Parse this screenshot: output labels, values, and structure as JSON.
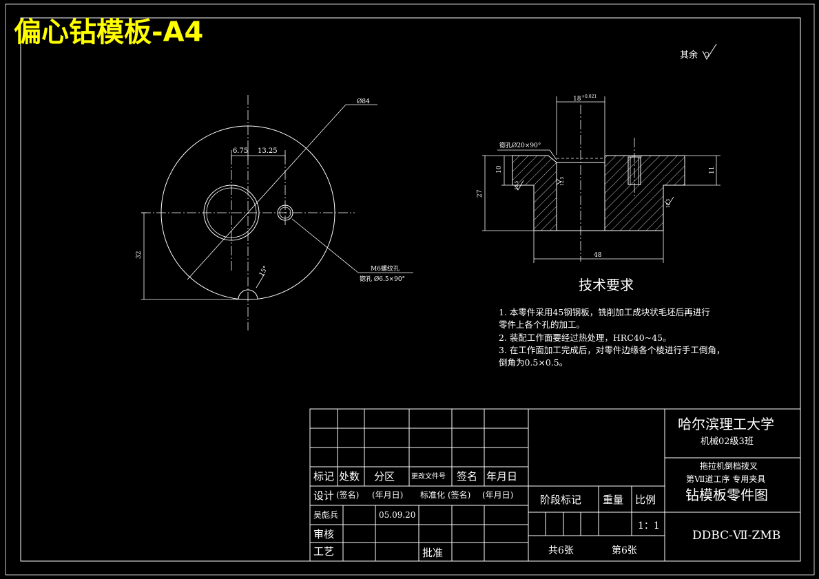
{
  "sheet_title": "偏心钻模板-A4",
  "surface_note": "其余",
  "front_view": {
    "dim_diameter": "Ø84",
    "dim_a": "6.75",
    "dim_b": "13.25",
    "dim_height": "32",
    "dim_angle": "15°",
    "note_thread": "M6螺纹孔",
    "note_csk": "锪孔 Ø6.5×90°"
  },
  "section_view": {
    "dim_top": "18",
    "dim_top_tol": "+0.021",
    "note_csk": "锪孔Ø20×90°",
    "dim_10": "10",
    "dim_11": "11",
    "dim_27": "27",
    "dim_48": "48",
    "rough_1": "12.5",
    "rough_2": "12.5",
    "rough_3": "12.5"
  },
  "tech": {
    "title": "技术要求",
    "lines": [
      "1.  本零件采用45钢钢板，铣削加工成块状毛坯后再进行",
      "     零件上各个孔的加工。",
      "2.  装配工作面要经过热处理，HRC40~45。",
      "3.  在工作面加工完成后，对零件边缘各个棱进行手工倒角，",
      "     倒角为0.5×0.5。"
    ]
  },
  "title_block": {
    "school": "哈尔滨理工大学",
    "class": "机械02级3班",
    "line1": "拖拉机倒档拨叉",
    "line2": "第Ⅶ道工序  专用夹具",
    "drawing_name": "钻模板零件图",
    "drawing_no": "DDBC-Ⅶ-ZMB",
    "h_mark": "标记",
    "h_count": "处数",
    "h_zone": "分区",
    "h_docno": "更改文件号",
    "h_sign": "签名",
    "h_date": "年月日",
    "design": "设计",
    "sign_paren": "(签名)",
    "date_paren": "(年月日)",
    "standard": "标准化",
    "sign_paren2": "(签名)",
    "date_paren2": "(年月日)",
    "stage": "阶段标记",
    "weight": "重量",
    "scale": "比例",
    "designer": "吴彪兵",
    "design_date": "05.09.20",
    "scale_value": "1：1",
    "review": "审核",
    "process": "工艺",
    "approve": "批准",
    "total": "共6张",
    "sheet_no": "第6张"
  }
}
